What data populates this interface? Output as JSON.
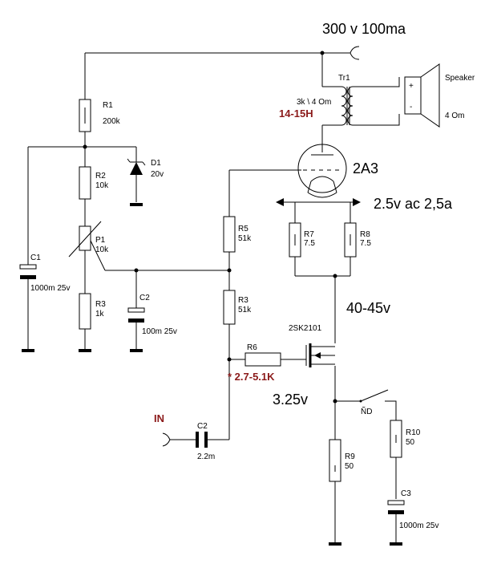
{
  "supply": "300 v 100ma",
  "tube": "2A3",
  "filament": "2.5v ac 2,5a",
  "bias_voltage": "40-45v",
  "gate_voltage": "3.25v",
  "transformer": {
    "name": "Tr1",
    "ratio": "3k \\ 4 Om",
    "inductance": "14-15H"
  },
  "speaker": {
    "label": "Speaker",
    "impedance": "4 Om"
  },
  "input_label": "IN",
  "mosfet": "2SK2101",
  "switch_label": "ÑD",
  "r6_value": "* 2.7-5.1K",
  "components": {
    "R1": {
      "name": "R1",
      "value": "200k"
    },
    "D1": {
      "name": "D1",
      "value": "20v"
    },
    "R2": {
      "name": "R2",
      "value": "10k"
    },
    "P1": {
      "name": "P1",
      "value": "10k"
    },
    "C1": {
      "name": "C1",
      "value": "1000m 25v"
    },
    "R3a": {
      "name": "R3",
      "value": "1k"
    },
    "C2a": {
      "name": "C2",
      "value": "100m 25v"
    },
    "R5": {
      "name": "R5",
      "value": "51k"
    },
    "R3b": {
      "name": "R3",
      "value": "51k"
    },
    "R7": {
      "name": "R7",
      "value": "7.5"
    },
    "R8": {
      "name": "R8",
      "value": "7.5"
    },
    "R6": {
      "name": "R6"
    },
    "C2b": {
      "name": "C2",
      "value": "2.2m"
    },
    "R9": {
      "name": "R9",
      "value": "50"
    },
    "R10": {
      "name": "R10",
      "value": "50"
    },
    "C3": {
      "name": "C3",
      "value": "1000m 25v"
    }
  }
}
